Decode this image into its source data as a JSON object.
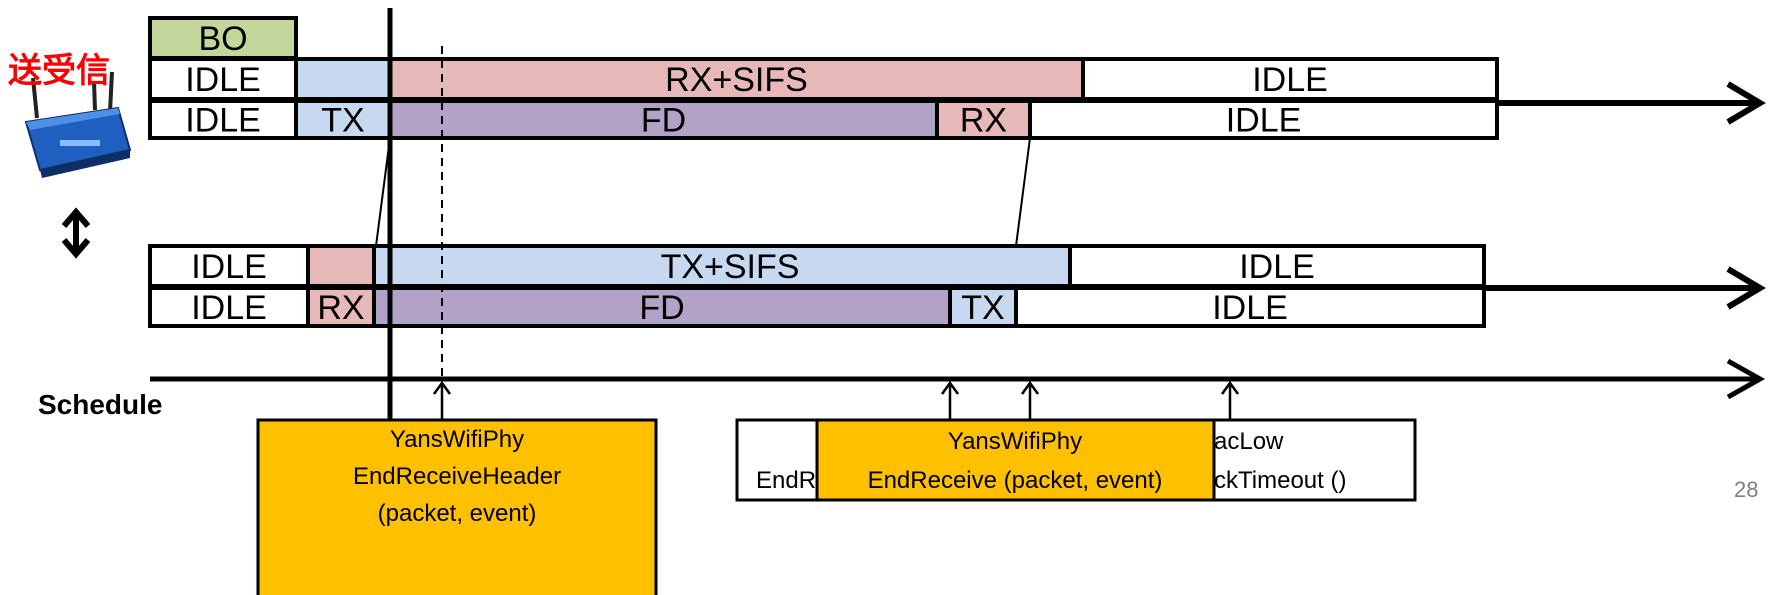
{
  "station_label": "送受信",
  "colors": {
    "green": "#c3d69b",
    "blue": "#c6d9f1",
    "pink": "#e6b9b8",
    "purple": "#b3a2c7",
    "white": "#ffffff",
    "orange": "#ffc000"
  },
  "rows": [
    {
      "name": "station-a-backoff",
      "cells": [
        {
          "label": "BO",
          "color": "green"
        }
      ]
    },
    {
      "name": "station-a-upper",
      "cells": [
        {
          "label": "IDLE",
          "color": "white"
        },
        {
          "label": "",
          "color": "blue"
        },
        {
          "label": "RX+SIFS",
          "color": "pink"
        },
        {
          "label": "IDLE",
          "color": "white"
        }
      ]
    },
    {
      "name": "station-a-lower",
      "cells": [
        {
          "label": "IDLE",
          "color": "white"
        },
        {
          "label": "TX",
          "color": "blue"
        },
        {
          "label": "FD",
          "color": "purple"
        },
        {
          "label": "RX",
          "color": "pink"
        },
        {
          "label": "IDLE",
          "color": "white"
        }
      ]
    },
    {
      "name": "station-b-upper",
      "cells": [
        {
          "label": "IDLE",
          "color": "white"
        },
        {
          "label": "",
          "color": "pink"
        },
        {
          "label": "",
          "color": "blue"
        },
        {
          "label": "TX+SIFS",
          "color": "blue"
        },
        {
          "label": "IDLE",
          "color": "white"
        }
      ]
    },
    {
      "name": "station-b-lower",
      "cells": [
        {
          "label": "IDLE",
          "color": "white"
        },
        {
          "label": "RX",
          "color": "pink"
        },
        {
          "label": "FD",
          "color": "purple"
        },
        {
          "label": "TX",
          "color": "blue"
        },
        {
          "label": "IDLE",
          "color": "white"
        }
      ]
    }
  ],
  "schedule_label": "Schedule",
  "boxes": {
    "left": {
      "lines": [
        "YansWifiPhy",
        "EndReceiveHeader",
        "(packet, event)"
      ]
    },
    "back_left": {
      "text": "EndR"
    },
    "back_right": {
      "lines": [
        "acLow",
        "ckTimeout ()"
      ]
    },
    "front": {
      "lines": [
        "YansWifiPhy",
        "EndReceive (packet, event)"
      ]
    }
  },
  "page_number": "28"
}
